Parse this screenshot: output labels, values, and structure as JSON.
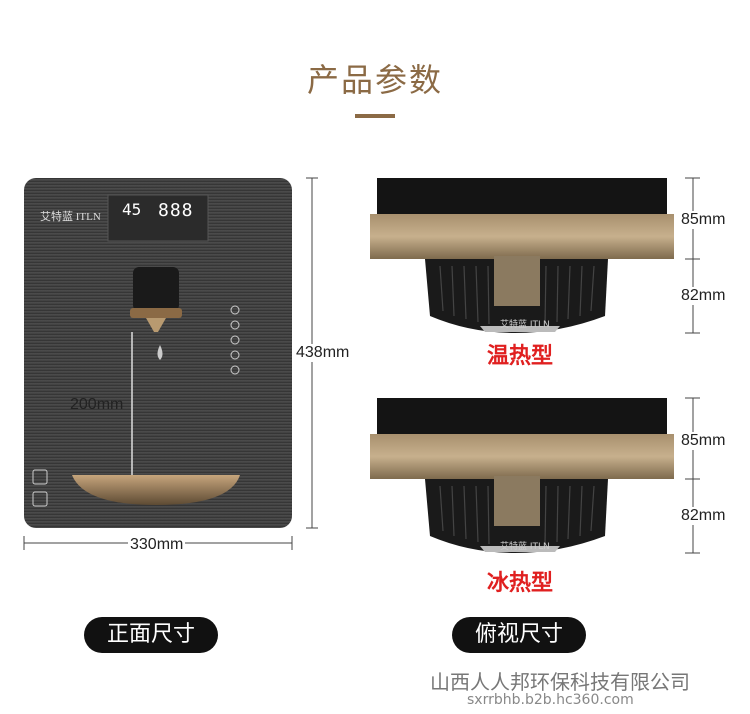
{
  "title": "产品参数",
  "front": {
    "brand": "艾特蓝 ITLN",
    "display_temp": "45",
    "display_digits": "888",
    "height_label": "438mm",
    "width_label": "330mm",
    "spout_height_label": "200mm",
    "caption": "正面尺寸"
  },
  "top_views": [
    {
      "upper_dim": "85mm",
      "lower_dim": "82mm",
      "type_label": "温热型",
      "logo": "艾特蓝 ITLN"
    },
    {
      "upper_dim": "85mm",
      "lower_dim": "82mm",
      "type_label": "冰热型",
      "logo": "艾特蓝 ITLN"
    }
  ],
  "top_caption": "俯视尺寸",
  "watermark": {
    "company": "山西人人邦环保科技有限公司",
    "url": "sxrrbhb.b2b.hc360.com"
  },
  "colors": {
    "accent_gold": "#8b6a45",
    "type_red": "#e02020"
  }
}
